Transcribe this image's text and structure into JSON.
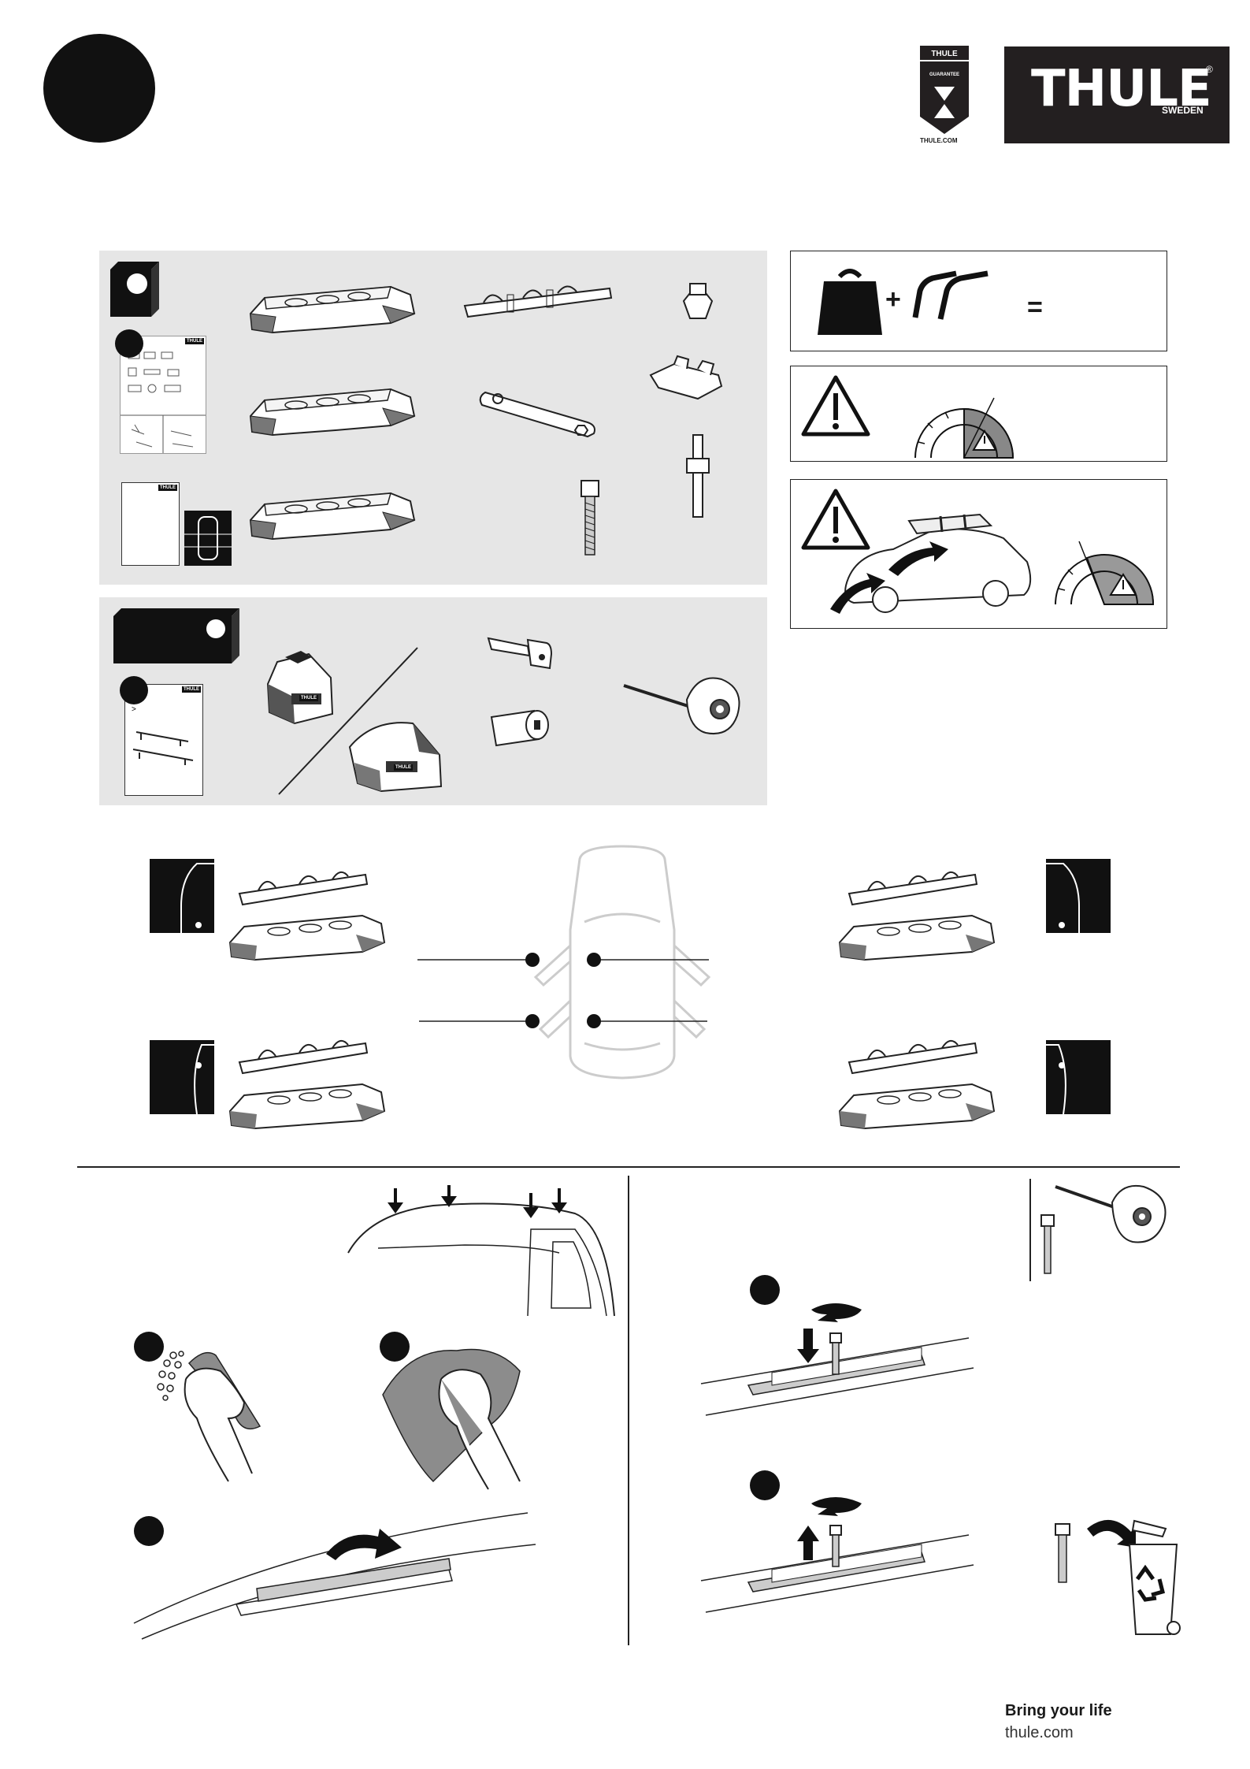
{
  "brand": {
    "logo_text": "THULE",
    "logo_sub": "SWEDEN",
    "logo_registered": "®",
    "badge_title": "THULE",
    "badge_subtitle": "GUARANTEE",
    "badge_url": "THULE.COM"
  },
  "parts_panel": {
    "booklet_label": "THULE",
    "sheet_label": "THULE"
  },
  "foot_pack": {
    "foot_label": "THULE",
    "foot_label_2": "THULE",
    "booklet_label": "THULE"
  },
  "load_info": {
    "plus": "+",
    "equals": "="
  },
  "footer": {
    "slogan": "Bring your life",
    "url": "thule.com"
  },
  "colors": {
    "panel_bg": "#e6e6e6",
    "ink": "#1a1a1a",
    "logo_bg": "#231f20",
    "cloth": "#8c8c8c"
  }
}
